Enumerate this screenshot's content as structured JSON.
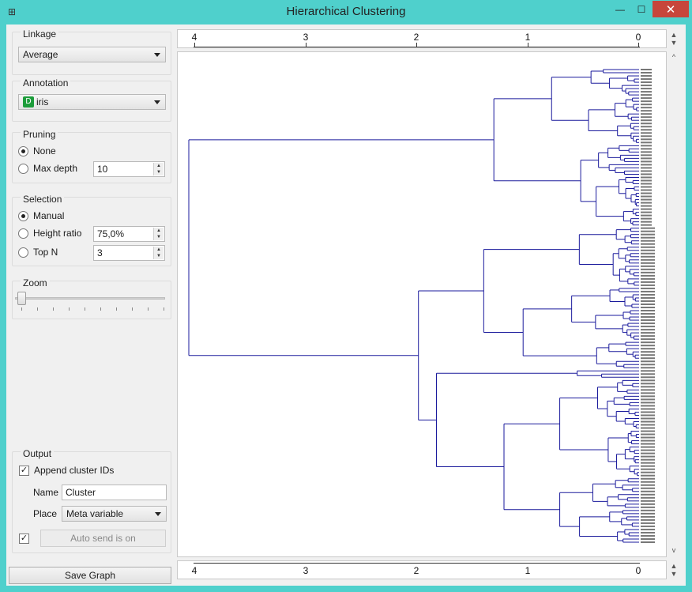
{
  "window": {
    "title": "Hierarchical Clustering"
  },
  "controls": {
    "minimize": "—",
    "maximize": "☐",
    "close": "✕"
  },
  "linkage": {
    "title": "Linkage",
    "value": "Average"
  },
  "annotation": {
    "title": "Annotation",
    "badge": "D",
    "value": "iris"
  },
  "pruning": {
    "title": "Pruning",
    "option_none": "None",
    "option_max_depth": "Max depth",
    "max_depth_value": "10",
    "selected": "None"
  },
  "selection": {
    "title": "Selection",
    "option_manual": "Manual",
    "option_height_ratio": "Height ratio",
    "height_ratio_value": "75,0%",
    "option_top_n": "Top N",
    "top_n_value": "3",
    "selected": "Manual"
  },
  "zoom": {
    "title": "Zoom",
    "level": 0
  },
  "output": {
    "title": "Output",
    "append_label": "Append cluster IDs",
    "append_checked": true,
    "name_label": "Name",
    "name_value": "Cluster",
    "place_label": "Place",
    "place_value": "Meta variable",
    "auto_send_checked": true,
    "auto_send_label": "Auto send is on"
  },
  "save_graph": "Save Graph",
  "axis": {
    "ticks": [
      "4",
      "3",
      "2",
      "1",
      "0"
    ]
  },
  "colors": {
    "dendrogram": "#1a1a9c",
    "accent": "#4fd0cc",
    "close": "#c7463b",
    "badge": "#1c9c3a"
  }
}
